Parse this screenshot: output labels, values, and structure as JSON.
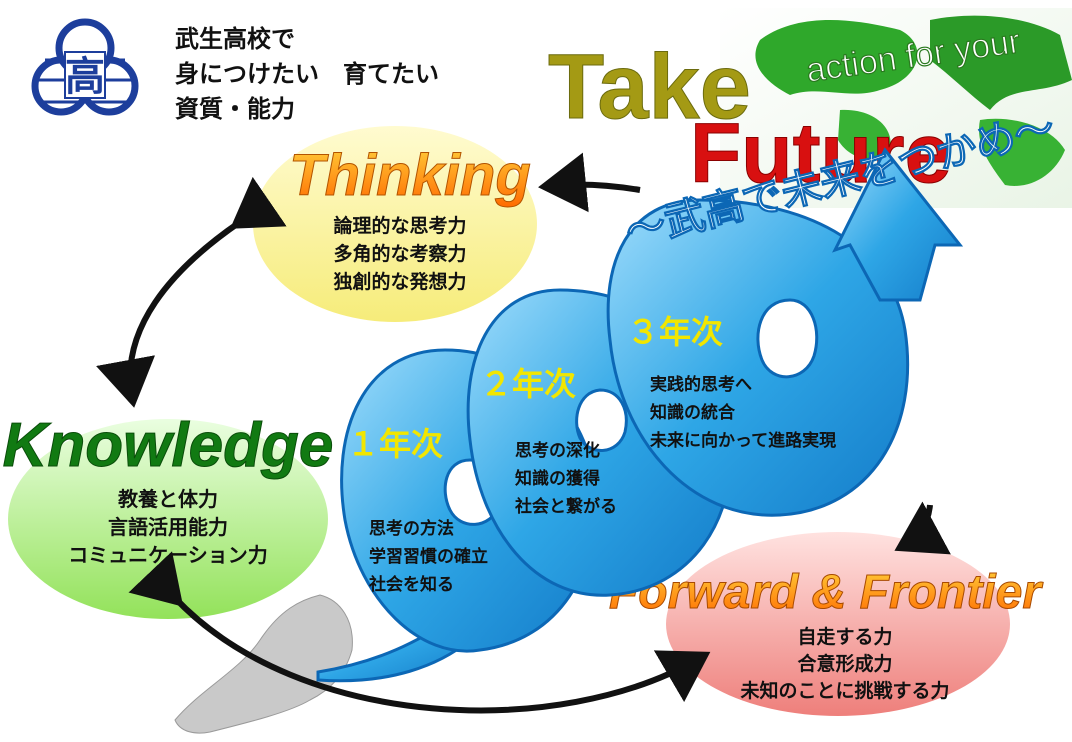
{
  "intro": {
    "lines": [
      "武生高校で",
      "身につけたい　育てたい",
      "資質・能力"
    ]
  },
  "logo": {
    "glyph": "高",
    "icon": "school-crest-icon"
  },
  "slogan": {
    "take": "Take",
    "future": "Future",
    "action": "action for your",
    "tagline": "～武高で未来をつかめ～"
  },
  "groups": [
    {
      "id": "thinking",
      "title": "Thinking",
      "items": [
        "論理的な思考力",
        "多角的な考察力",
        "独創的な発想力"
      ],
      "color": "#fbf6a6"
    },
    {
      "id": "knowledge",
      "title": "Knowledge",
      "items": [
        "教養と体力",
        "言語活用能力",
        "コミュニケーション力"
      ],
      "color": "#b9ee8a"
    },
    {
      "id": "forward",
      "title": "Forward & Frontier",
      "items": [
        "自走する力",
        "合意形成力",
        "未知のことに挑戦する力"
      ],
      "color": "#f3a9a7"
    }
  ],
  "years": [
    {
      "label": "１年次",
      "items": [
        "思考の方法",
        "学習習慣の確立",
        "社会を知る"
      ]
    },
    {
      "label": "２年次",
      "items": [
        "思考の深化",
        "知識の獲得",
        "社会と繋がる"
      ]
    },
    {
      "label": "３年次",
      "items": [
        "実践的思考へ",
        "知識の統合",
        "未来に向かって進路実現"
      ]
    }
  ],
  "colors": {
    "spiral": "#3bb0ea",
    "spiral_dark": "#0c67b5",
    "title_orange": "#ff7a00",
    "take_olive": "#8a8a1a",
    "globe": "#2fa82b"
  }
}
